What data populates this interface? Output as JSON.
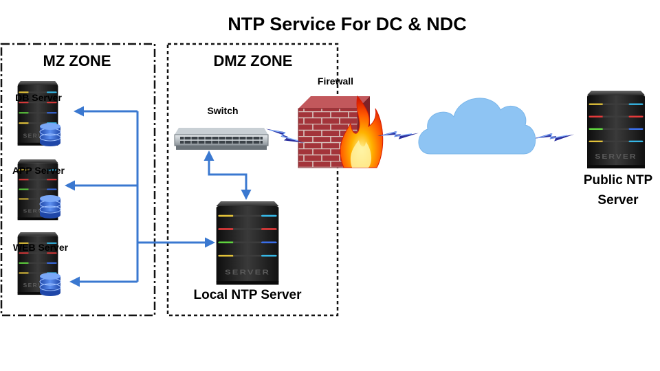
{
  "title": "NTP Service For DC & NDC",
  "zones": {
    "mz": "MZ ZONE",
    "dmz": "DMZ ZONE"
  },
  "nodes": {
    "db_server": "DB Server",
    "app_server": "APP Server",
    "web_server": "WEB Server",
    "switch": "Switch",
    "firewall": "Firewall",
    "local_ntp": "Local NTP Server",
    "public_ntp_line1": "Public NTP",
    "public_ntp_line2": "Server"
  },
  "colors": {
    "connector": "#3a78d0",
    "zone_border": "#111111",
    "cloud": "#8ec4f3",
    "lightning": "#2a2f9e",
    "brick": "#a3343a",
    "server_body": "#262626"
  },
  "icons": {
    "server": "server-rack-icon",
    "database": "database-icon",
    "switch": "network-switch-icon",
    "firewall": "firewall-icon",
    "cloud": "cloud-icon",
    "link": "lightning-link-icon"
  }
}
